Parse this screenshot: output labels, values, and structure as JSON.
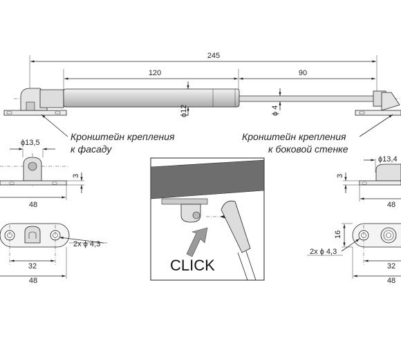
{
  "dimensions": {
    "total_length": "245",
    "body_length": "120",
    "rod_length": "90",
    "body_diameter": "ϕ12",
    "rod_diameter": "ϕ 4",
    "left_bracket_dia": "ϕ13,5",
    "left_height": "3",
    "left_width_top": "48",
    "left_hole_spacing": "32",
    "left_width_bottom": "48",
    "left_holes": "2x ϕ 4,3",
    "right_bracket_dia": "ϕ13,4",
    "right_height": "3",
    "right_width_top": "48",
    "right_side_height": "16",
    "right_holes": "2x ϕ 4,3",
    "right_hole_spacing": "32",
    "right_width_bottom": "48"
  },
  "captions": {
    "left_line1": "Кронштейн крепления",
    "left_line2": "к фасаду",
    "right_line1": "Кронштейн крепления",
    "right_line2": "к боковой стенке"
  },
  "inset": {
    "label": "CLICK"
  },
  "colors": {
    "body_fill": "#d9d9d9",
    "shelf_fill": "#6e6e6e",
    "arrow_fill": "#9a9a9a"
  }
}
